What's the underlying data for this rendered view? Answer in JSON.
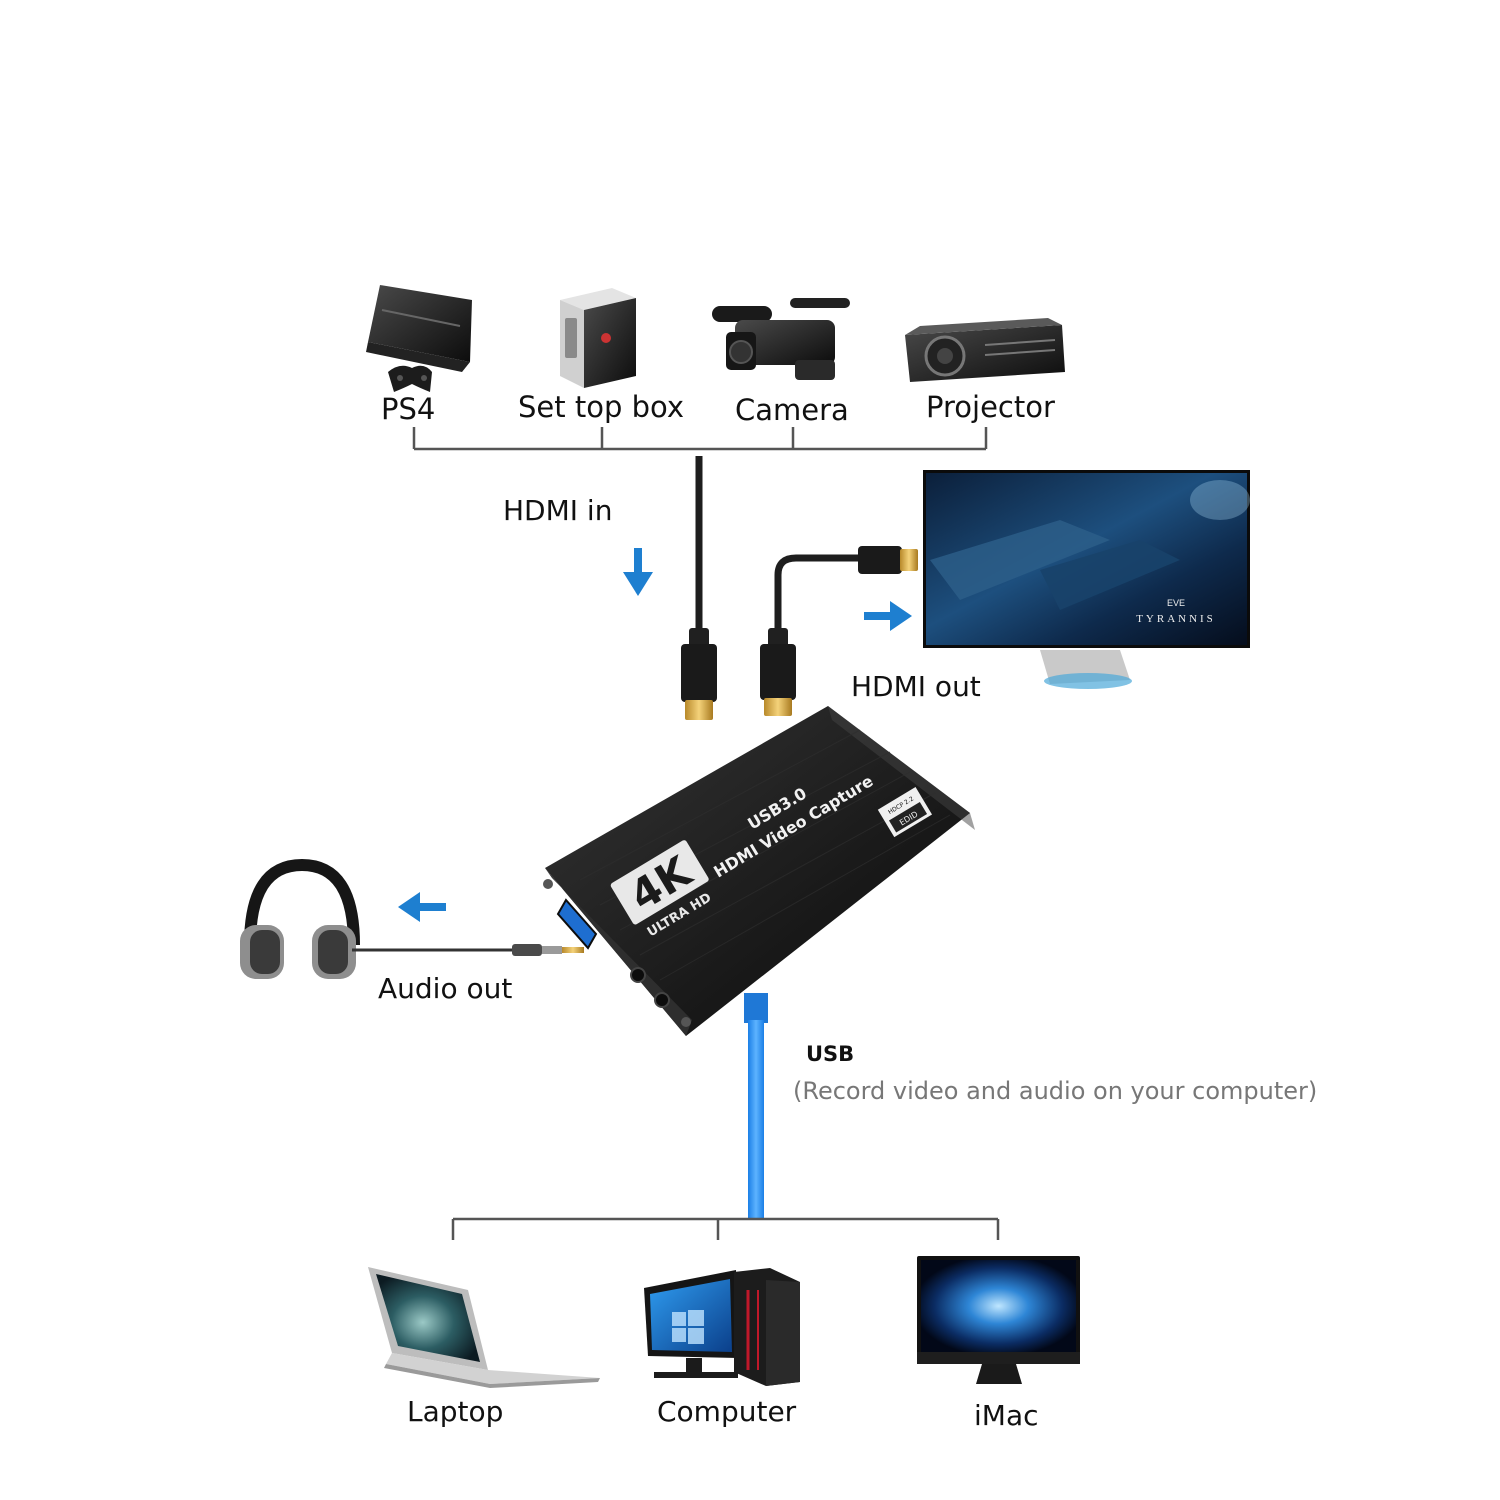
{
  "sources": {
    "ps4": "PS4",
    "set_top_box": "Set top box",
    "camera": "Camera",
    "projector": "Projector"
  },
  "connections": {
    "hdmi_in": "HDMI in",
    "hdmi_out": "HDMI out",
    "audio_out": "Audio out",
    "usb_title": "USB",
    "usb_note": "(Record video and audio on your computer)"
  },
  "device": {
    "line1": "USB3.0",
    "line2": "HDMI Video Capture",
    "badge_4k": "4K",
    "badge_ultrahd": "ULTRA HD",
    "hdcp": "HDCP 2.2",
    "edid": "EDID"
  },
  "monitor": {
    "brand": "EVE",
    "title": "TYRANNIS"
  },
  "computers": {
    "laptop": "Laptop",
    "computer": "Computer",
    "imac": "iMac"
  },
  "colors": {
    "arrow": "#1e7fd0",
    "usb_cable": "#2a8ff0",
    "device_body": "#1b1b1b",
    "bracket": "#555555"
  }
}
